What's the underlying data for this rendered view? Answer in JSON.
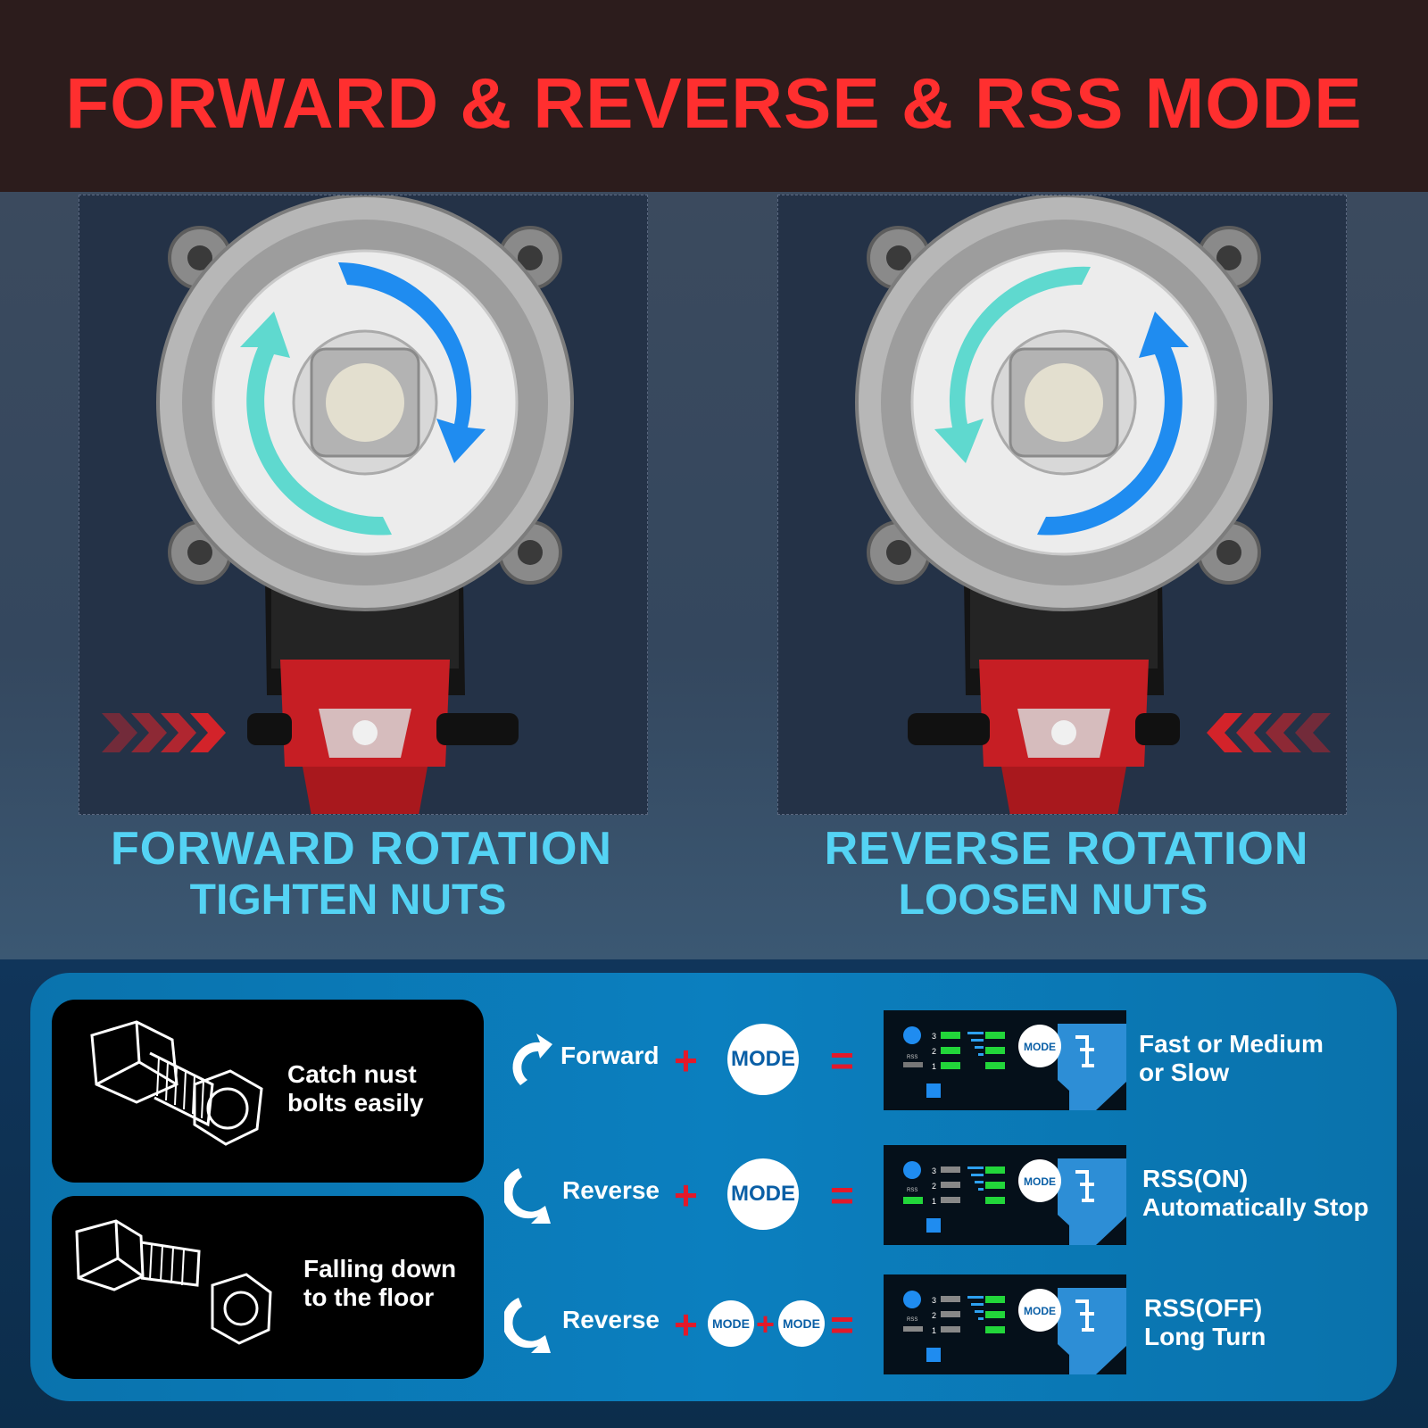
{
  "title": "FORWARD & REVERSE & RSS MODE",
  "panels": {
    "forward": {
      "title": "FORWARD ROTATION",
      "subtitle": "TIGHTEN NUTS"
    },
    "reverse": {
      "title": "REVERSE ROTATION",
      "subtitle": "LOOSEN NUTS"
    }
  },
  "bolt_examples": [
    {
      "text_line1": "Catch nust",
      "text_line2": "bolts easily"
    },
    {
      "text_line1": "Falling down",
      "text_line2": "to the floor"
    }
  ],
  "mode_rows": [
    {
      "direction": "Forward",
      "mode_label": "MODE",
      "result_line1": "Fast or Medium",
      "result_line2": "or Slow"
    },
    {
      "direction": "Reverse",
      "mode_label": "MODE",
      "result_line1": "RSS(ON)",
      "result_line2": "Automatically Stop"
    },
    {
      "direction": "Reverse",
      "mode_label": "MODE",
      "result_line1": "RSS(OFF)",
      "result_line2": "Long Turn"
    }
  ],
  "symbols": {
    "plus": "+",
    "equals": "="
  },
  "display": {
    "level_3": "3",
    "level_2": "2",
    "level_1": "1",
    "rss": "RSS",
    "mode": "MODE"
  },
  "colors": {
    "title_red": "#ff2f2f",
    "rotation_cyan": "#54d3f4",
    "arrow_blue": "#1f8cf0",
    "arrow_teal": "#5fd9cf",
    "operator_red": "#e2192a",
    "card_blue": "#0b7fbf",
    "led_green": "#22d63a"
  }
}
